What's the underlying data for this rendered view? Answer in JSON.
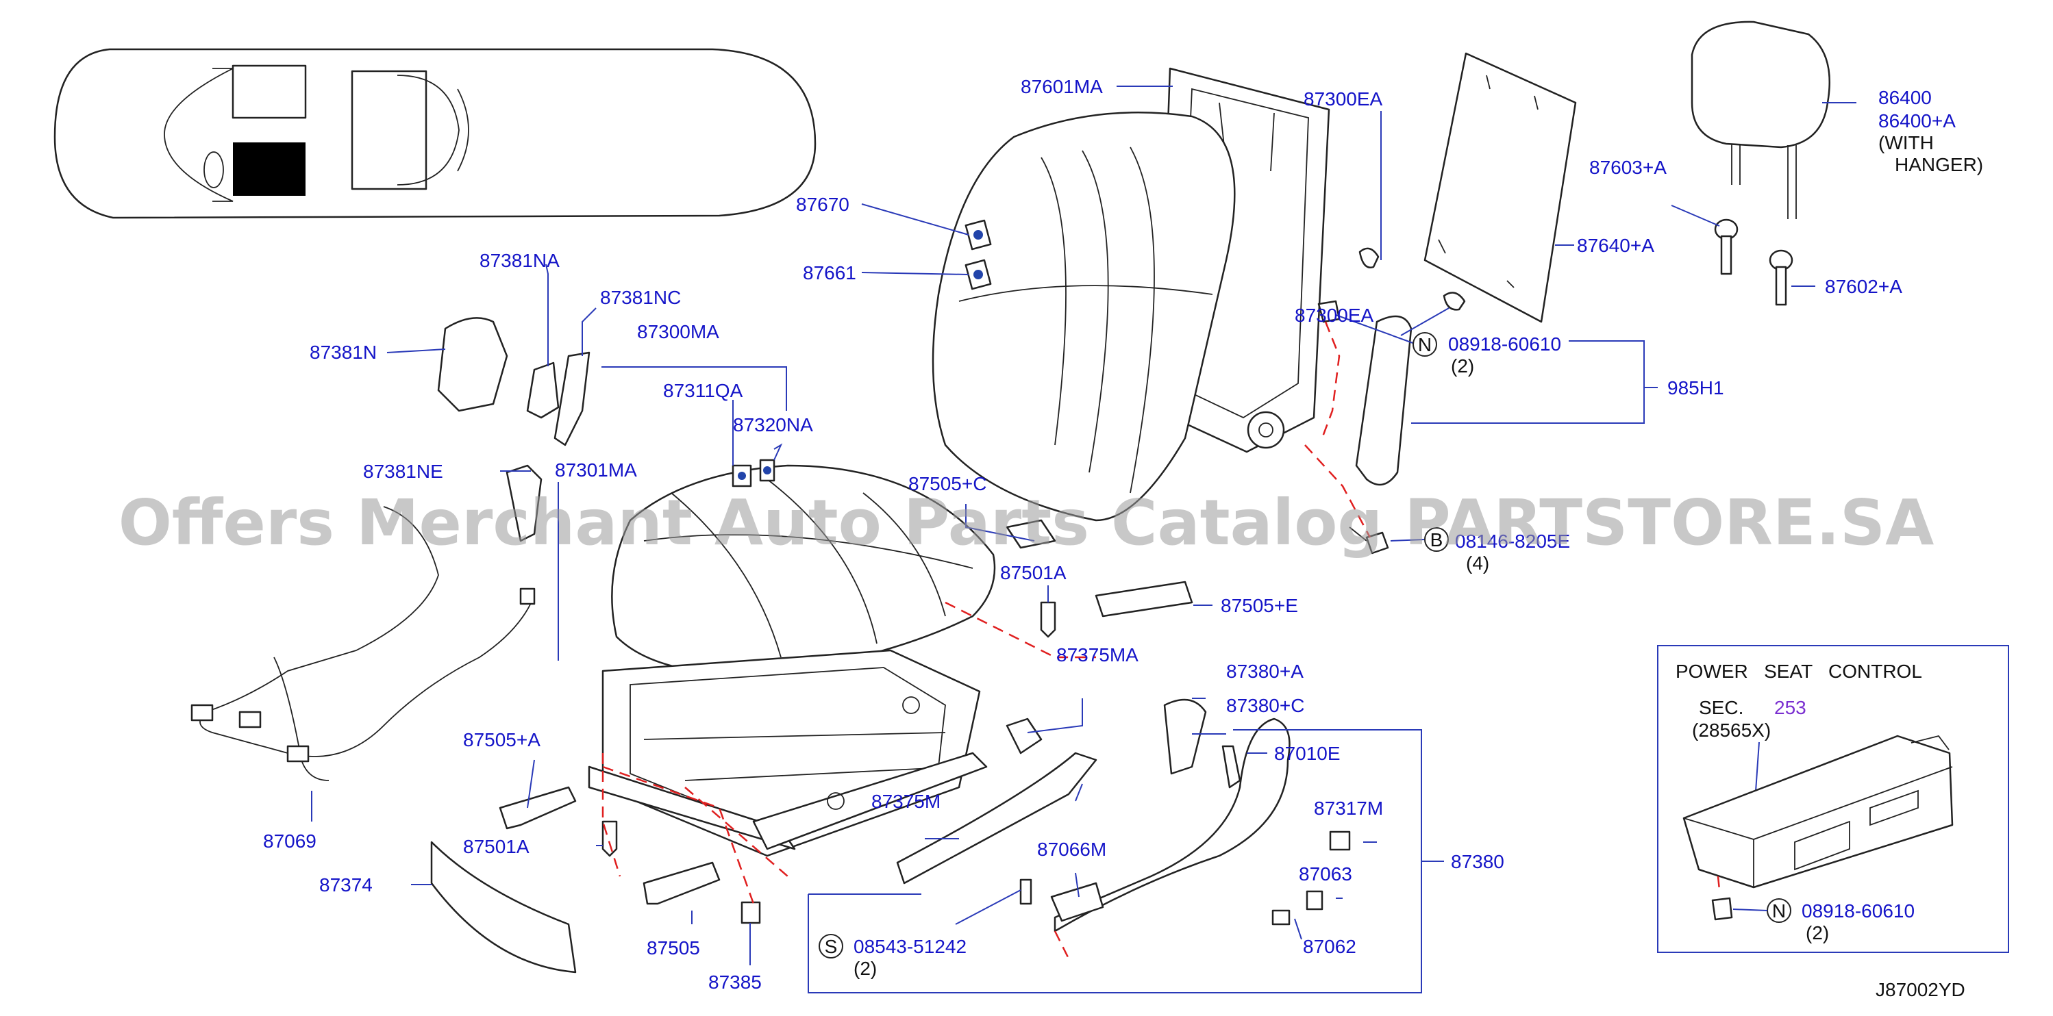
{
  "labels": {
    "l87601MA": "87601MA",
    "l87300EA_a": "87300EA",
    "l87300EA_b": "87300EA",
    "l86400": "86400",
    "l86400A": "86400+A",
    "lWith": "(WITH",
    "lHanger": "HANGER)",
    "l87603A": "87603+A",
    "l87640A": "87640+A",
    "l87602A": "87602+A",
    "l87670": "87670",
    "l87661": "87661",
    "l87381NA": "87381NA",
    "l87381NC": "87381NC",
    "l87381N": "87381N",
    "l87300MA": "87300MA",
    "l87311QA": "87311QA",
    "l87320NA": "87320NA",
    "l87381NE": "87381NE",
    "l87301MA": "87301MA",
    "l87505C": "87505+C",
    "l87501A_a": "87501A",
    "l87505E": "87505+E",
    "l87375MA": "87375MA",
    "l87380A": "87380+A",
    "l87380C": "87380+C",
    "l87010E": "87010E",
    "l87317M": "87317M",
    "l87380": "87380",
    "l87063": "87063",
    "l87062": "87062",
    "l87066M": "87066M",
    "l87375M": "87375M",
    "l87505A": "87505+A",
    "l87501A_b": "87501A",
    "l87069": "87069",
    "l87374": "87374",
    "l87505": "87505",
    "l87385": "87385",
    "l985H1": "985H1",
    "lN1": "08918-60610",
    "lN1qty": "(2)",
    "lB": "08146-8205E",
    "lBqty": "(4)",
    "lS": "08543-51242",
    "lSqty": "(2)",
    "lN2": "08918-60610",
    "lN2qty": "(2)"
  },
  "symbols": {
    "N1": "N",
    "B": "B",
    "S": "S",
    "N2": "N"
  },
  "psc": {
    "title": "POWER   SEAT   CONTROL",
    "sec_prefix": "SEC.",
    "sec_num": "253",
    "sec_part": "(28565X)"
  },
  "diagram_code": "J87002YD",
  "watermark": "Offers Merchant Auto Parts Catalog PARTSTORE.SA",
  "colors": {
    "label": "#1414c8",
    "leader": "#2a3ab8",
    "dashed": "#e02020",
    "sec_link": "#7a2fd0"
  }
}
